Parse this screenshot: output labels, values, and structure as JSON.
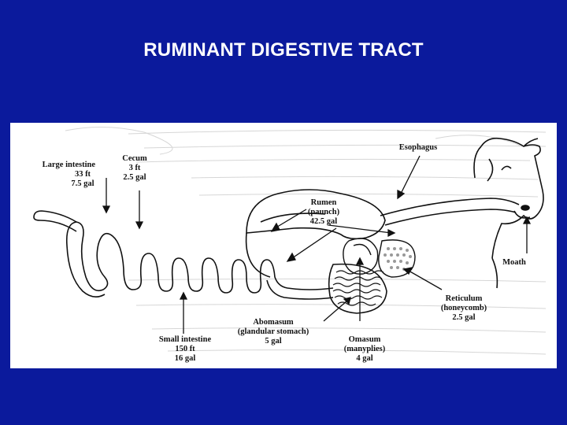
{
  "title": "RUMINANT DIGESTIVE TRACT",
  "labels": {
    "large_intestine": [
      "Large intestine",
      "33 ft",
      "7.5 gal"
    ],
    "cecum": [
      "Cecum",
      "3 ft",
      "2.5 gal"
    ],
    "esophagus": [
      "Esophagus"
    ],
    "rumen": [
      "Rumen",
      "(paunch)",
      "42.5 gal"
    ],
    "mouth": [
      "Moath"
    ],
    "reticulum": [
      "Reticulum",
      "(honeycomb)",
      "2.5 gal"
    ],
    "abomasum": [
      "Abomasum",
      "(glandular stomach)",
      "5 gal"
    ],
    "omasum": [
      "Omasum",
      "(manyplies)",
      "4 gal"
    ],
    "small_intestine": [
      "Small intestine",
      "150 ft",
      "16 gal"
    ]
  },
  "colors": {
    "background": "#0b1a9c",
    "title": "#ffffff",
    "panel": "#ffffff",
    "ink": "#111111"
  }
}
